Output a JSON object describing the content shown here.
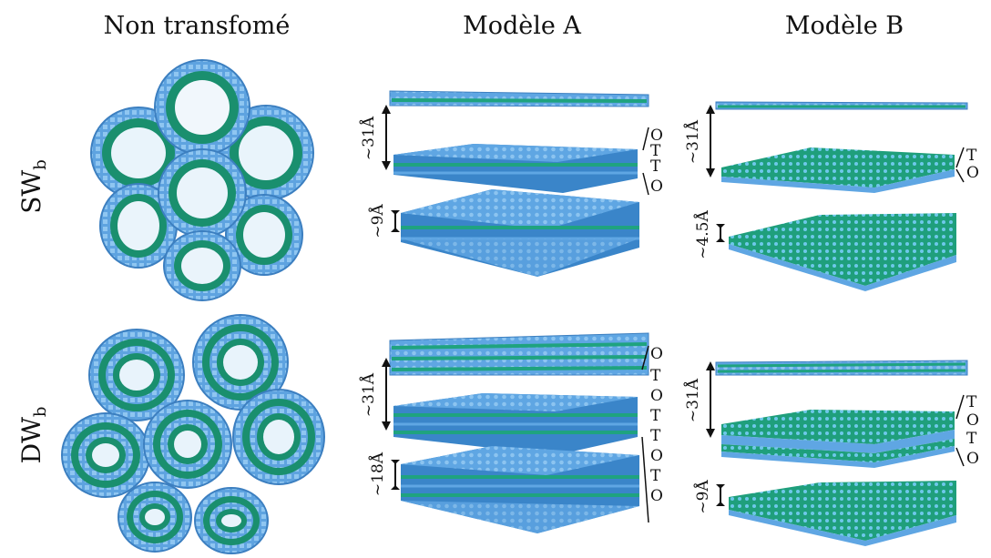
{
  "headers": {
    "col1": "Non transfomé",
    "col2": "Modèle A",
    "col3": "Modèle B"
  },
  "rows": {
    "sw": {
      "main": "SW",
      "sub": "b"
    },
    "dw": {
      "main": "DW",
      "sub": "b"
    }
  },
  "dims": {
    "sw_a_top": "~31Å",
    "sw_a_bot": "~9Å",
    "sw_b_top": "~31Å",
    "sw_b_bot": "~4.5Å",
    "dw_a_top": "~31Å",
    "dw_a_bot": "~18Å",
    "dw_b_top": "~31Å",
    "dw_b_bot": "~9Å"
  },
  "layers": {
    "sw_a": [
      "O",
      "T",
      "T",
      "O"
    ],
    "sw_b": [
      "T",
      "O"
    ],
    "dw_a": [
      "O",
      "T",
      "O",
      "T",
      "T",
      "O",
      "T",
      "O"
    ],
    "dw_b": [
      "T",
      "O",
      "T",
      "O"
    ]
  },
  "colors": {
    "blue": "#6aaee6",
    "blue_dark": "#3c7fc0",
    "green": "#1fa37f",
    "green_dark": "#0f7a5c"
  }
}
